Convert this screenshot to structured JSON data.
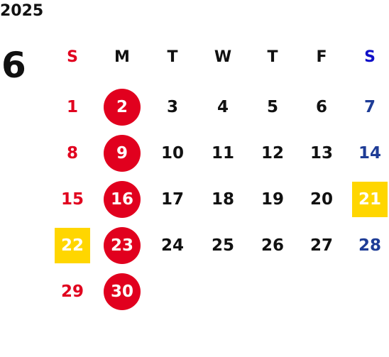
{
  "year": "2025",
  "month": "6",
  "weekday_headers": [
    {
      "label": "S",
      "color": "#e1001e"
    },
    {
      "label": "M",
      "color": "#111111"
    },
    {
      "label": "T",
      "color": "#111111"
    },
    {
      "label": "W",
      "color": "#111111"
    },
    {
      "label": "T",
      "color": "#111111"
    },
    {
      "label": "F",
      "color": "#111111"
    },
    {
      "label": "S",
      "color": "#1010c8"
    }
  ],
  "weeks": [
    [
      {
        "day": "1",
        "color": "#e1001e",
        "mark": "none"
      },
      {
        "day": "2",
        "color": "#111111",
        "mark": "circle"
      },
      {
        "day": "3",
        "color": "#111111",
        "mark": "none"
      },
      {
        "day": "4",
        "color": "#111111",
        "mark": "none"
      },
      {
        "day": "5",
        "color": "#111111",
        "mark": "none"
      },
      {
        "day": "6",
        "color": "#111111",
        "mark": "none"
      },
      {
        "day": "7",
        "color": "#1e3c96",
        "mark": "none"
      }
    ],
    [
      {
        "day": "8",
        "color": "#e1001e",
        "mark": "none"
      },
      {
        "day": "9",
        "color": "#111111",
        "mark": "circle"
      },
      {
        "day": "10",
        "color": "#111111",
        "mark": "none"
      },
      {
        "day": "11",
        "color": "#111111",
        "mark": "none"
      },
      {
        "day": "12",
        "color": "#111111",
        "mark": "none"
      },
      {
        "day": "13",
        "color": "#111111",
        "mark": "none"
      },
      {
        "day": "14",
        "color": "#1e3c96",
        "mark": "none"
      }
    ],
    [
      {
        "day": "15",
        "color": "#e1001e",
        "mark": "none"
      },
      {
        "day": "16",
        "color": "#111111",
        "mark": "circle"
      },
      {
        "day": "17",
        "color": "#111111",
        "mark": "none"
      },
      {
        "day": "18",
        "color": "#111111",
        "mark": "none"
      },
      {
        "day": "19",
        "color": "#111111",
        "mark": "none"
      },
      {
        "day": "20",
        "color": "#111111",
        "mark": "none"
      },
      {
        "day": "21",
        "color": "#1e3c96",
        "mark": "square"
      }
    ],
    [
      {
        "day": "22",
        "color": "#e1001e",
        "mark": "square"
      },
      {
        "day": "23",
        "color": "#111111",
        "mark": "circle"
      },
      {
        "day": "24",
        "color": "#111111",
        "mark": "none"
      },
      {
        "day": "25",
        "color": "#111111",
        "mark": "none"
      },
      {
        "day": "26",
        "color": "#111111",
        "mark": "none"
      },
      {
        "day": "27",
        "color": "#111111",
        "mark": "none"
      },
      {
        "day": "28",
        "color": "#1e3c96",
        "mark": "none"
      }
    ],
    [
      {
        "day": "29",
        "color": "#e1001e",
        "mark": "none"
      },
      {
        "day": "30",
        "color": "#111111",
        "mark": "circle"
      }
    ]
  ],
  "colors": {
    "circle_fill": "#e1001e",
    "square_fill": "#ffd600",
    "marked_text": "#ffffff"
  }
}
